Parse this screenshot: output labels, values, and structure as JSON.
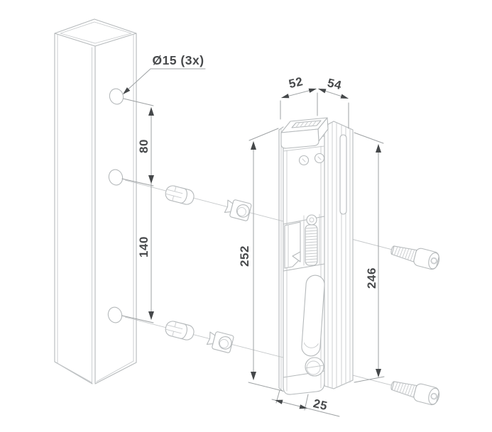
{
  "labels": {
    "hole_callout": "Ø15 (3x)",
    "hole_spacing_upper": "80",
    "hole_spacing_lower": "140",
    "lock_width_front": "52",
    "lock_width_profile": "54",
    "lock_height_front": "252",
    "lock_height_profile": "246",
    "lock_depth_bottom": "25"
  },
  "colors": {
    "background": "#ffffff",
    "part_line": "#b5b9bb",
    "detail_line": "#c7cacc",
    "dimension_line": "#9da1a3",
    "annotation": "#47494b"
  }
}
